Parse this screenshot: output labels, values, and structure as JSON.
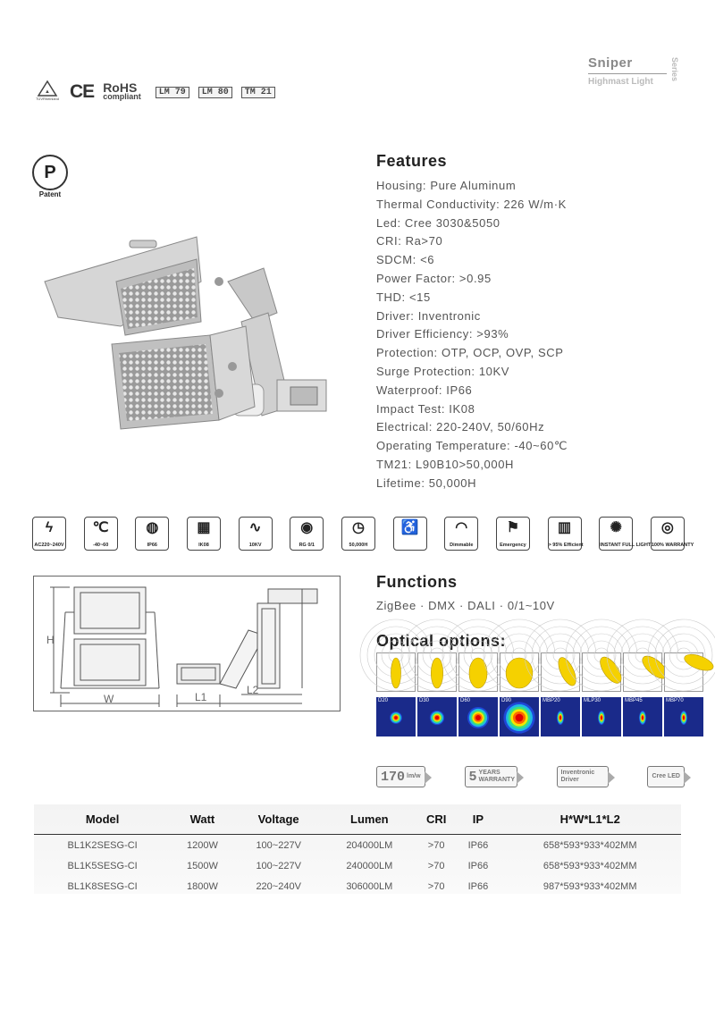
{
  "certifications": {
    "tuv": "TÜVRheinland",
    "ce": "CE",
    "rohs_title": "RoHS",
    "rohs_sub": "compliant",
    "boxes": [
      "LM 79",
      "LM 80",
      "TM 21"
    ]
  },
  "series": {
    "name": "Sniper",
    "subtitle": "Highmast Light",
    "vertical": "Series"
  },
  "patent": {
    "label": "Patent"
  },
  "features": {
    "heading": "Features",
    "items": [
      "Housing: Pure Aluminum",
      "Thermal Conductivity: 226 W/m·K",
      "Led: Cree 3030&5050",
      "CRI: Ra>70",
      "SDCM: <6",
      "Power Factor: >0.95",
      "THD: <15",
      "Driver: Inventronic",
      "Driver Efficiency: >93%",
      "Protection: OTP, OCP, OVP, SCP",
      "Surge Protection: 10KV",
      "Waterproof: IP66",
      "Impact Test: IK08",
      "Electrical: 220-240V, 50/60Hz",
      "Operating Temperature: -40~60℃",
      "TM21: L90B10>50,000H",
      "Lifetime: 50,000H"
    ]
  },
  "icon_row": [
    {
      "icon": "lightning-icon",
      "glyph": "ϟ",
      "text": "AC220~240V"
    },
    {
      "icon": "thermometer-icon",
      "glyph": "℃",
      "text": "-40~60"
    },
    {
      "icon": "waterproof-icon",
      "glyph": "◍",
      "text": "IP66"
    },
    {
      "icon": "impact-icon",
      "glyph": "▦",
      "text": "IK08"
    },
    {
      "icon": "surge-icon",
      "glyph": "∿",
      "text": "10KV"
    },
    {
      "icon": "eye-icon",
      "glyph": "◉",
      "text": "RG 0/1"
    },
    {
      "icon": "clock-icon",
      "glyph": "◷",
      "text": "50,000H"
    },
    {
      "icon": "motion-sensor-icon",
      "glyph": "♿",
      "text": ""
    },
    {
      "icon": "dimmable-icon",
      "glyph": "◠",
      "text": "Dimmable"
    },
    {
      "icon": "emergency-icon",
      "glyph": "⚑",
      "text": "Emergency"
    },
    {
      "icon": "battery-icon",
      "glyph": "▥",
      "text": "> 95% Efficient"
    },
    {
      "icon": "instant-light-icon",
      "glyph": "✺",
      "text": "INSTANT FULL LIGHT"
    },
    {
      "icon": "warranty-icon",
      "glyph": "◎",
      "text": "100% WARRANTY"
    }
  ],
  "dimensions": {
    "h": "H",
    "w": "W",
    "l1": "L1",
    "l2": "L2"
  },
  "functions": {
    "heading": "Functions",
    "text": "ZigBee · DMX · DALI · 0/1~10V"
  },
  "optical": {
    "heading": "Optical options:",
    "beams": [
      {
        "label": "D20",
        "width": 0.18,
        "tilt": 0
      },
      {
        "label": "D30",
        "width": 0.26,
        "tilt": 0
      },
      {
        "label": "D60",
        "width": 0.5,
        "tilt": 0
      },
      {
        "label": "D90",
        "width": 0.85,
        "tilt": 0
      },
      {
        "label": "MBP20",
        "width": 0.3,
        "tilt": -25
      },
      {
        "label": "MLP30",
        "width": 0.35,
        "tilt": -35
      },
      {
        "label": "MBP45",
        "width": 0.35,
        "tilt": -50
      },
      {
        "label": "MBP70",
        "width": 0.3,
        "tilt": -70
      }
    ]
  },
  "performance_badges": [
    {
      "big": "170",
      "small": "lm/w"
    },
    {
      "big": "5",
      "small": "YEARS WARRANTY"
    },
    {
      "big": "",
      "small": "Inventronic Driver"
    },
    {
      "big": "",
      "small": "Cree LED"
    }
  ],
  "table": {
    "headers": [
      "Model",
      "Watt",
      "Voltage",
      "Lumen",
      "CRI",
      "IP",
      "H*W*L1*L2"
    ],
    "rows": [
      [
        "BL1K2SESG-CI",
        "1200W",
        "100~227V",
        "204000LM",
        ">70",
        "IP66",
        "658*593*933*402MM"
      ],
      [
        "BL1K5SESG-CI",
        "1500W",
        "100~227V",
        "240000LM",
        ">70",
        "IP66",
        "658*593*933*402MM"
      ],
      [
        "BL1K8SESG-CI",
        "1800W",
        "220~240V",
        "306000LM",
        ">70",
        "IP66",
        "987*593*933*402MM"
      ]
    ]
  },
  "colors": {
    "beam_yellow": "#f5d100",
    "spot_bg": "#1a2a8a",
    "heading": "#222222",
    "body_text": "#555555"
  }
}
